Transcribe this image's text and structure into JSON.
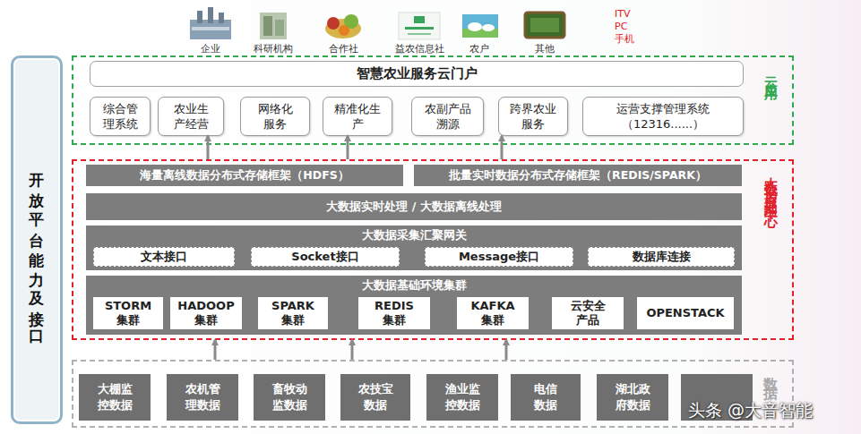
{
  "diagram": {
    "nodes": [
      {
        "text": [
          "开放平台能力及接口"
        ]
      },
      {
        "text": [
          "云应用"
        ]
      },
      {
        "text": [
          "智慧农业服务云门户"
        ],
        "in": 1
      },
      {
        "text": [
          "综合管 理系统"
        ],
        "in": 1
      },
      {
        "text": [
          "农业生 产经营"
        ],
        "in": 1
      },
      {
        "text": [
          "网络化 服务"
        ],
        "in": 1
      },
      {
        "text": [
          "精准化生 产"
        ],
        "in": 1
      },
      {
        "text": [
          "农副产品 溯源"
        ],
        "in": 1
      },
      {
        "text": [
          "跨界农业 服务"
        ],
        "in": 1
      },
      {
        "text": [
          "运营支撑管理系统 （12316......）"
        ],
        "in": 1
      },
      {
        "text": [
          "大数据后台处理中心"
        ]
      },
      {
        "text": [
          "海量离线数据分布式存储框架（HDFS）"
        ],
        "in": 10
      },
      {
        "text": [
          "批量实时数据分布式存储框架（REDIS/SPARK）"
        ],
        "in": 10
      },
      {
        "text": [
          "大数据实时处理 / 大数据离线处理"
        ],
        "in": 10
      },
      {
        "text": [
          "大数据采集汇聚网关"
        ],
        "in": 10
      },
      {
        "text": [
          "文本接口"
        ],
        "in": 14
      },
      {
        "text": [
          "Socket接口"
        ],
        "in": 14
      },
      {
        "text": [
          "Message接口"
        ],
        "in": 14
      },
      {
        "text": [
          "数据库连接"
        ],
        "in": 14
      },
      {
        "text": [
          "大数据基础环境集群"
        ],
        "in": 10
      },
      {
        "text": [
          "STORM 集群"
        ],
        "in": 19
      },
      {
        "text": [
          "HADOOP 集群"
        ],
        "in": 19
      },
      {
        "text": [
          "SPARK 集群"
        ],
        "in": 19
      },
      {
        "text": [
          "REDIS 集群"
        ],
        "in": 19
      },
      {
        "text": [
          "KAFKA 集群"
        ],
        "in": 19
      },
      {
        "text": [
          "云安全 产品"
        ],
        "in": 19
      },
      {
        "text": [
          "OPENSTACK"
        ],
        "in": 19
      },
      {
        "text": [
          "数据"
        ]
      },
      {
        "text": [
          "大棚监 控数据"
        ],
        "in": 27
      },
      {
        "text": [
          "农机管 理数据"
        ],
        "in": 27
      },
      {
        "text": [
          "畜牧动 监数据"
        ],
        "in": 27
      },
      {
        "text": [
          "农技宝 数据"
        ],
        "in": 27
      },
      {
        "text": [
          "渔业监 控数据"
        ],
        "in": 27
      },
      {
        "text": [
          "电信 数据"
        ],
        "in": 27
      },
      {
        "text": [
          "湖北政 府数据"
        ],
        "in": 27
      }
    ],
    "edges": [
      {
        "from": 10,
        "to": 4,
        "arrow": "to"
      },
      {
        "from": 10,
        "to": 6,
        "arrow": "to"
      },
      {
        "from": 10,
        "to": 8,
        "arrow": "to"
      },
      {
        "from": 27,
        "to": 10,
        "arrow": "to"
      },
      {
        "from": 27,
        "to": 10,
        "arrow": "to"
      },
      {
        "from": 27,
        "to": 10,
        "arrow": "to"
      }
    ],
    "labels": [
      "企业",
      "科研机构",
      "合作社",
      "益农信息社",
      "农户",
      "其他",
      "ITV",
      "PC",
      "手机",
      "头条 @大音智能"
    ]
  }
}
